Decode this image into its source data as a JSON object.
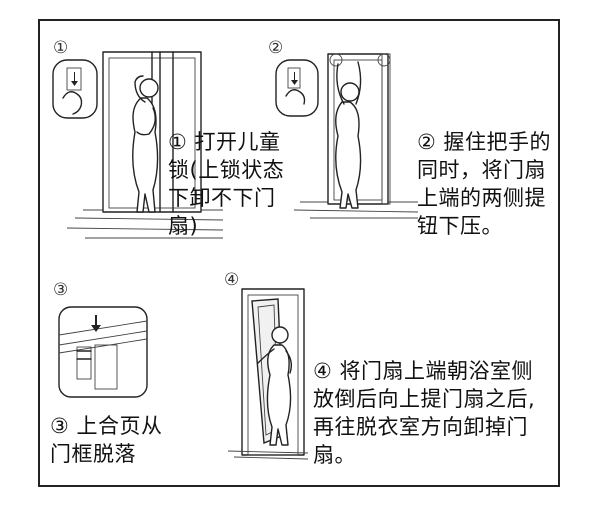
{
  "steps": [
    {
      "badge": "①",
      "caption": "① 打开儿童\n锁(上锁状态\n下卸不下门\n扇)"
    },
    {
      "badge": "②",
      "caption": "② 握住把手的\n同时，将门扇\n上端的两侧提\n钮下压。"
    },
    {
      "badge": "③",
      "caption": "③ 上合页从\n门框脱落"
    },
    {
      "badge": "④",
      "caption": "④ 将门扇上端朝浴室侧\n放倒后向上提门扇之后,\n再往脱衣室方向卸掉门\n扇。"
    }
  ]
}
